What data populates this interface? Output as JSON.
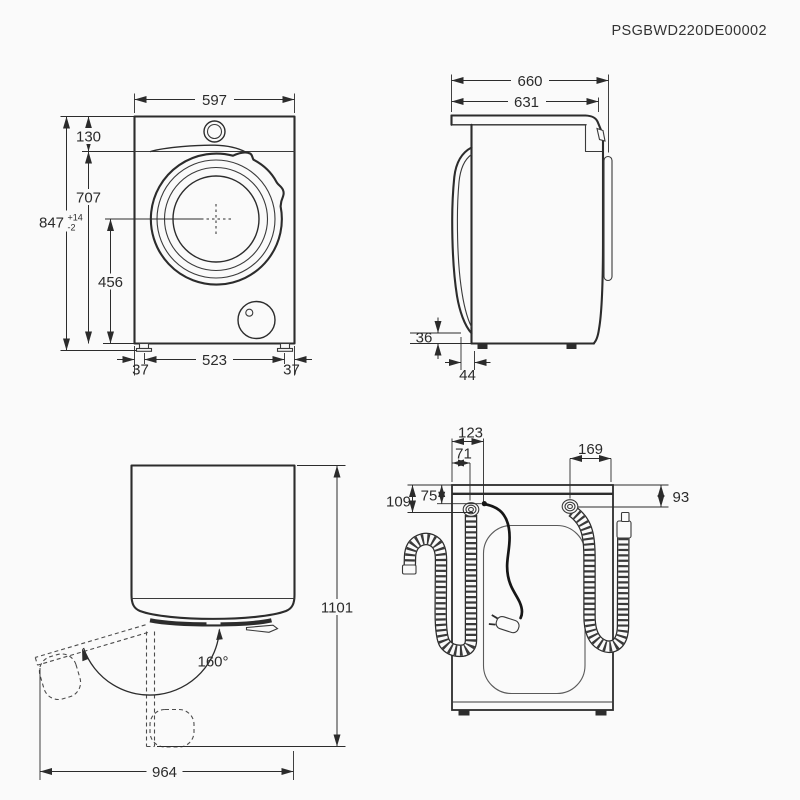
{
  "title": "PSGBWD220DE00002",
  "front_view": {
    "width": "597",
    "top_height": "130",
    "mid_height": "707",
    "total_height": "847",
    "tolerance_plus": "+14",
    "tolerance_minus": "-2",
    "drum_center_height": "456",
    "feet_spacing": "523",
    "foot_inset_left": "37",
    "foot_inset_right": "37"
  },
  "side_view": {
    "total_depth": "660",
    "body_depth": "631",
    "door_bottom_clearance": "36",
    "foot_setback": "44"
  },
  "top_view": {
    "depth_door_open": "1101",
    "width_door_open": "964",
    "door_opening_angle": "160°"
  },
  "back_view": {
    "cord_offset_x": "123",
    "drain_hose_offset_x": "71",
    "inlet_hose_offset_x": "169",
    "drain_hose_offset_y": "109",
    "cord_offset_y": "75",
    "inlet_hose_offset_y": "93"
  }
}
